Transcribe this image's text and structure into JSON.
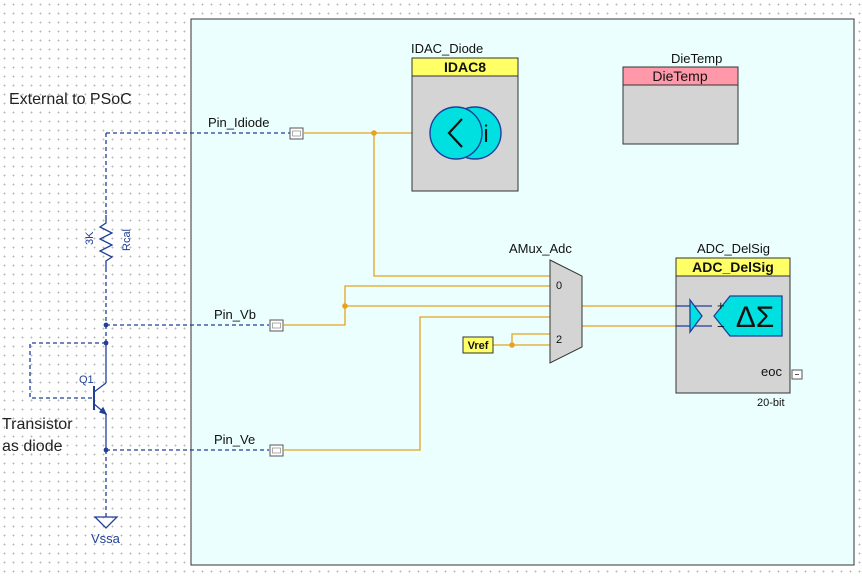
{
  "labels": {
    "external": "External to PSoC",
    "transistor_line1": "Transistor",
    "transistor_line2": "as diode",
    "q1": "Q1",
    "resistor_value": "3K",
    "resistor_name": "Rcal",
    "vssa": "Vssa"
  },
  "pins": {
    "idiode": "Pin_Idiode",
    "vb": "Pin_Vb",
    "ve": "Pin_Ve"
  },
  "idac": {
    "instance": "IDAC_Diode",
    "type": "IDAC8",
    "symbol": "i"
  },
  "dietemp": {
    "instance": "DieTemp",
    "type": "DieTemp"
  },
  "amux": {
    "instance": "AMux_Adc",
    "input0": "0",
    "input2": "2"
  },
  "vref": "Vref",
  "adc": {
    "instance": "ADC_DelSig",
    "type": "ADC_DelSig",
    "symbol": "ΔΣ",
    "plus": "+",
    "minus": "−",
    "eoc": "eoc",
    "resolution": "20-bit"
  },
  "colors": {
    "psoc_bg": "#eafffe",
    "wire_internal": "#e8a21e",
    "wire_external": "#1f3f99",
    "header_yellow": "#ffff66",
    "header_pink": "#ff99aa",
    "component_gray": "#d4d4d4",
    "symbol_cyan": "#00e0e0"
  }
}
